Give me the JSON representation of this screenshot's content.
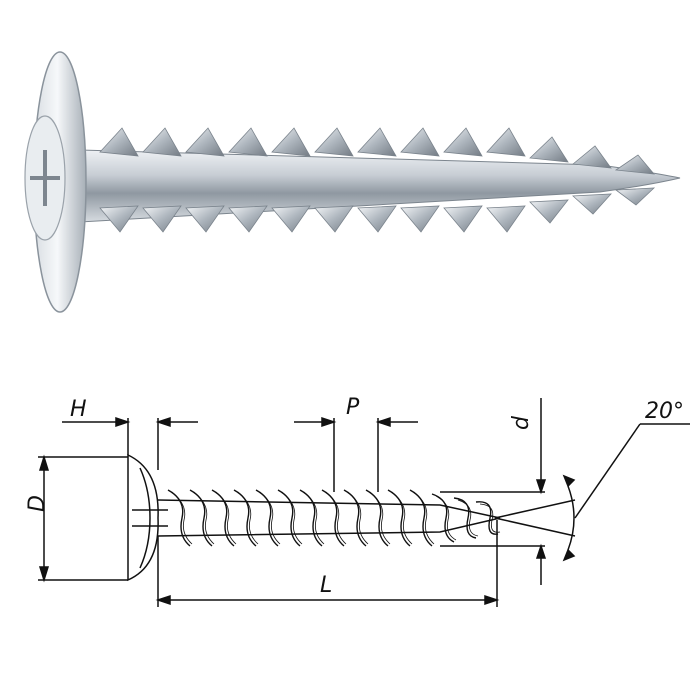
{
  "figure": {
    "photo": {
      "description_icon": "screw-photo"
    },
    "drawing": {
      "labels": {
        "head_height": "H",
        "head_diameter": "D",
        "thread_pitch": "P",
        "thread_diameter": "d",
        "length": "L",
        "tip_angle": "20°"
      }
    }
  },
  "colors": {
    "background": "#ffffff",
    "line": "#111111",
    "metal_light": "#f2f4f6",
    "metal_mid": "#b9c0c8",
    "metal_dark": "#6b737c"
  }
}
